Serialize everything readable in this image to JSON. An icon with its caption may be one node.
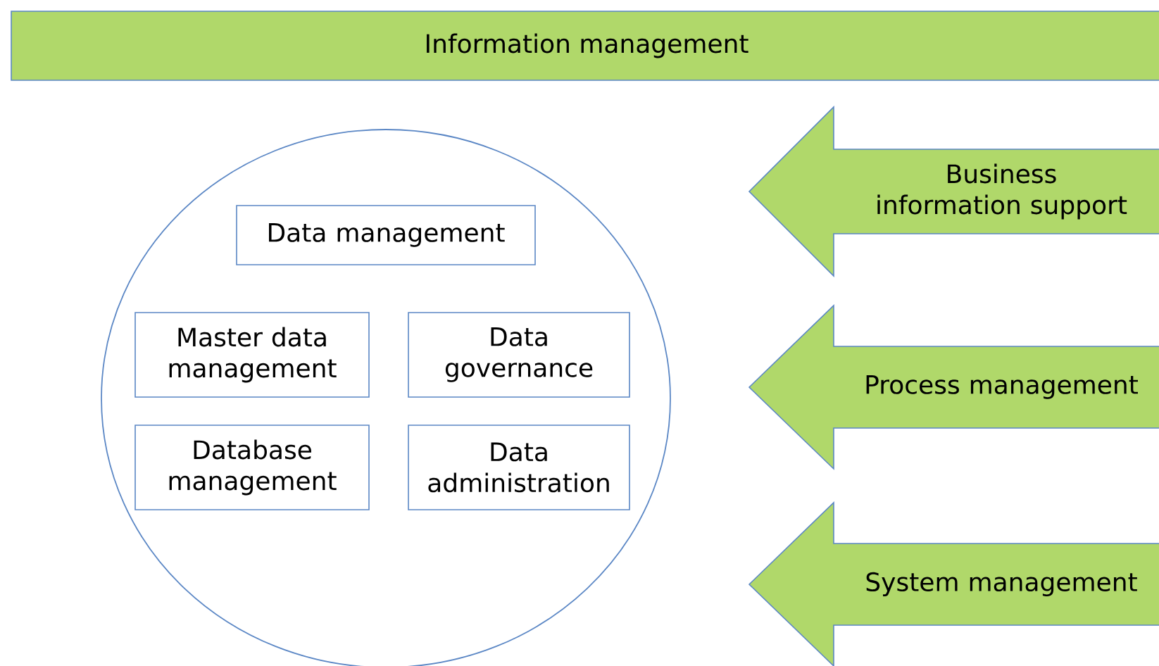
{
  "diagram": {
    "nodes": [
      {
        "text": [
          "Information management"
        ]
      },
      {
        "text": [],
        "shape": "circle"
      },
      {
        "text": [
          "Data management"
        ],
        "in": 1
      },
      {
        "text": [
          "Master data management"
        ],
        "in": 1
      },
      {
        "text": [
          "Data governance"
        ],
        "in": 1
      },
      {
        "text": [
          "Database management"
        ],
        "in": 1
      },
      {
        "text": [
          "Data administration"
        ],
        "in": 1
      },
      {
        "text": [
          "Business information support"
        ]
      },
      {
        "text": [
          "Process management"
        ]
      },
      {
        "text": [
          "System management"
        ]
      }
    ]
  }
}
